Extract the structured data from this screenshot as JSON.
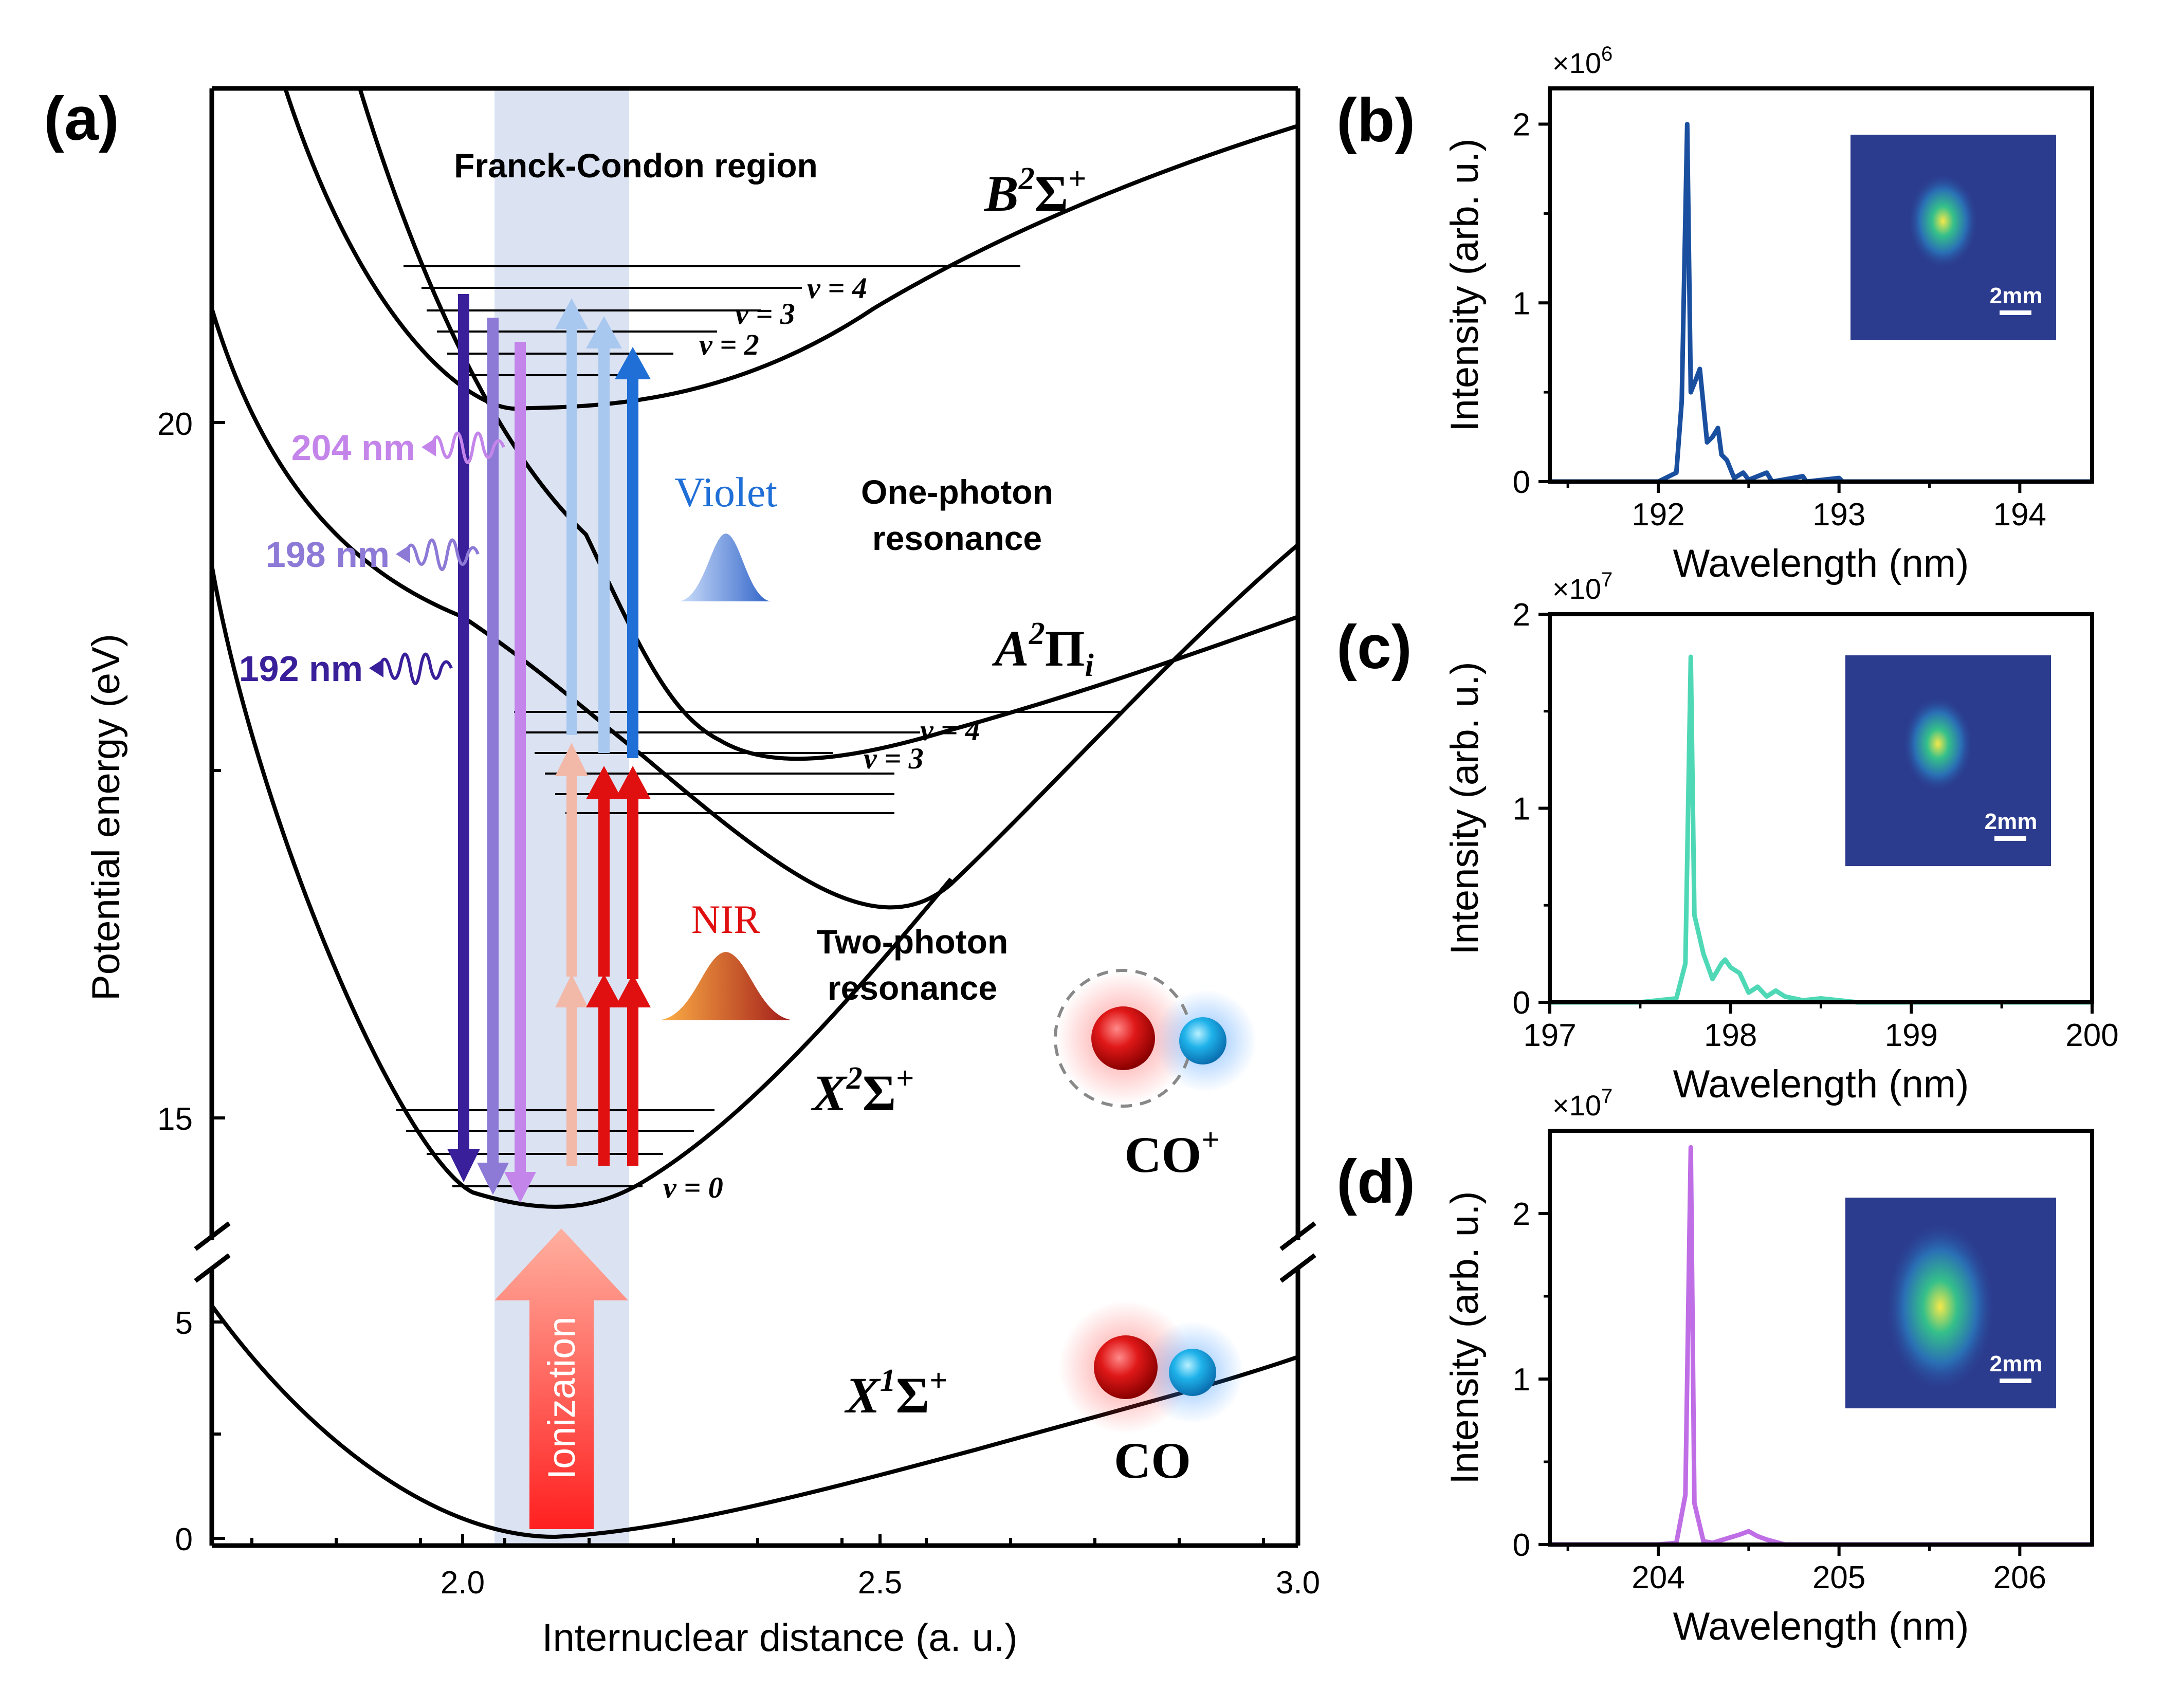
{
  "colors": {
    "violet": "#1f6fd6",
    "nir": "#e01010",
    "nir_light": "#f2b8a8",
    "violet_light": "#a9c8ef",
    "em192": "#3a1f9a",
    "em198": "#8d79d6",
    "em204": "#c485ea",
    "panel_b": "#1a4fa0",
    "panel_c": "#4fd8b5",
    "panel_d": "#bf6ee6",
    "inset_bg": "#2b3b8e",
    "fc_band": "#dbe3f3"
  },
  "panel_a": {
    "label": "(a)",
    "x_axis": {
      "label": "Internuclear distance (a. u.)",
      "ticks": [
        "2.0",
        "2.5",
        "3.0"
      ]
    },
    "y_axis": {
      "label": "Potential energy (eV)",
      "ticks_upper": [
        "20",
        "15"
      ],
      "ticks_lower": [
        "5",
        "0"
      ]
    },
    "fc_label": "Franck-Condon region",
    "states": {
      "B": {
        "letter": "B",
        "sup": "2",
        "core": "Σ",
        "sup2": "+"
      },
      "A": {
        "letter": "A",
        "sup": "2",
        "core": "Π",
        "sub": "i"
      },
      "X2": {
        "letter": "X",
        "sup": "2",
        "core": "Σ",
        "sup2": "+"
      },
      "X1": {
        "letter": "X",
        "sup": "1",
        "core": "Σ",
        "sup2": "+"
      }
    },
    "vib_labels": {
      "B_v4": "v = 4",
      "B_v3": "v = 3",
      "B_v2": "v = 2",
      "A_v4": "v = 4",
      "A_v3": "v = 3",
      "X_v0": "v = 0"
    },
    "emission": {
      "e204": "204 nm",
      "e198": "198 nm",
      "e192": "192 nm"
    },
    "violet_label": "Violet",
    "nir_label": "NIR",
    "one_photon": [
      "One-photon",
      "resonance"
    ],
    "two_photon": [
      "Two-photon",
      "resonance"
    ],
    "ionization": "Ionization",
    "cation": {
      "text": "CO",
      "sup": "+"
    },
    "neutral": "CO"
  },
  "chart_data": [
    {
      "type": "line",
      "panel": "(b)",
      "xlabel": "Wavelength (nm)",
      "ylabel": "Intensity (arb. u.)",
      "multiplier": "×10",
      "multiplier_exp": "6",
      "xlim": [
        191.4,
        194.4
      ],
      "ylim": [
        0,
        2.2
      ],
      "xticks": [
        "192",
        "193",
        "194"
      ],
      "yticks": [
        "0",
        "1",
        "2"
      ],
      "inset_scale": "2mm",
      "x": [
        191.4,
        192.0,
        192.1,
        192.13,
        192.16,
        192.18,
        192.2,
        192.23,
        192.27,
        192.3,
        192.33,
        192.35,
        192.38,
        192.42,
        192.47,
        192.5,
        192.6,
        192.63,
        192.8,
        192.82,
        193.0,
        193.02,
        193.3,
        194.4
      ],
      "y": [
        0.0,
        0.0,
        0.05,
        0.45,
        2.0,
        0.5,
        0.55,
        0.63,
        0.22,
        0.25,
        0.3,
        0.15,
        0.12,
        0.02,
        0.05,
        0.01,
        0.05,
        0.0,
        0.03,
        0.0,
        0.02,
        0.0,
        0.0,
        0.0
      ]
    },
    {
      "type": "line",
      "panel": "(c)",
      "xlabel": "Wavelength (nm)",
      "ylabel": "Intensity (arb. u.)",
      "multiplier": "×10",
      "multiplier_exp": "7",
      "xlim": [
        197,
        200
      ],
      "ylim": [
        0,
        2
      ],
      "xticks": [
        "197",
        "198",
        "199",
        "200"
      ],
      "yticks": [
        "0",
        "1",
        "2"
      ],
      "inset_scale": "2mm",
      "x": [
        197.0,
        197.5,
        197.7,
        197.75,
        197.78,
        197.8,
        197.85,
        197.9,
        197.95,
        197.97,
        198.0,
        198.05,
        198.1,
        198.15,
        198.2,
        198.25,
        198.3,
        198.4,
        198.5,
        198.7,
        200.0
      ],
      "y": [
        0.0,
        0.0,
        0.02,
        0.2,
        1.78,
        0.45,
        0.25,
        0.12,
        0.2,
        0.22,
        0.18,
        0.15,
        0.05,
        0.08,
        0.03,
        0.06,
        0.03,
        0.01,
        0.02,
        0.0,
        0.0
      ]
    },
    {
      "type": "line",
      "panel": "(d)",
      "xlabel": "Wavelength (nm)",
      "ylabel": "Intensity (arb. u.)",
      "multiplier": "×10",
      "multiplier_exp": "7",
      "xlim": [
        203.4,
        206.4
      ],
      "ylim": [
        0,
        2.5
      ],
      "xticks": [
        "204",
        "205",
        "206"
      ],
      "yticks": [
        "0",
        "1",
        "2"
      ],
      "inset_scale": "2mm",
      "x": [
        203.4,
        204.0,
        204.1,
        204.15,
        204.18,
        204.2,
        204.25,
        204.3,
        204.45,
        204.5,
        204.55,
        204.6,
        204.7,
        206.4
      ],
      "y": [
        0.0,
        0.0,
        0.01,
        0.3,
        2.4,
        0.25,
        0.02,
        0.01,
        0.06,
        0.08,
        0.05,
        0.03,
        0.0,
        0.0
      ]
    }
  ]
}
